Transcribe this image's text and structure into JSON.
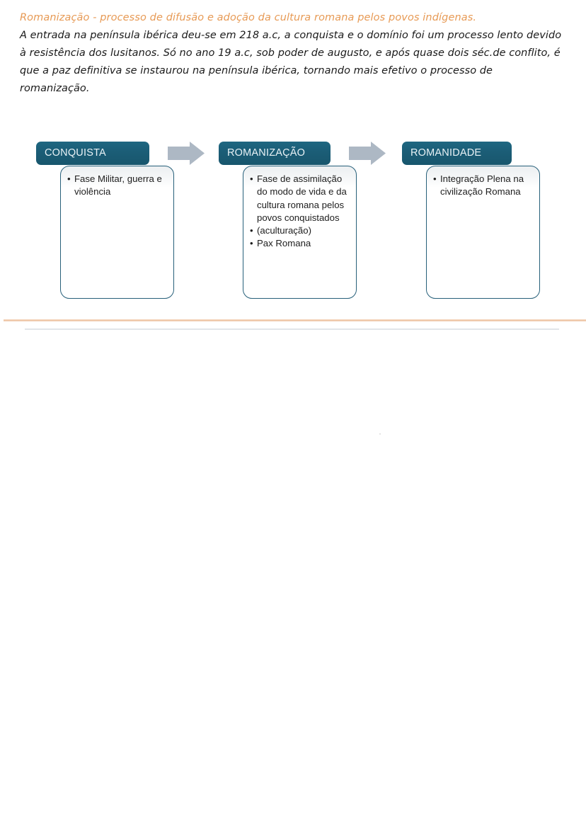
{
  "document": {
    "heading": "Romanização - processo de difusão e adoção da cultura romana pelos povos indígenas.",
    "paragraph": "A entrada na península ibérica deu-se em 218 a.c, a conquista e o domínio foi um processo lento devido à resistência dos lusitanos. Só no ano 19 a.c, sob poder de augusto, e após quase dois séc.de conflito, é que a paz definitiva se instaurou na península ibérica, tornando mais efetivo o processo de romanização.",
    "heading_color": "#E79A55",
    "body_color": "#1a1a1a"
  },
  "diagram": {
    "type": "process-flow",
    "header_color": "#1b5d76",
    "header_text_color": "#e9f2f6",
    "body_border_color": "#27607a",
    "arrow_color": "#adb8c4",
    "stages": [
      {
        "title": "CONQUISTA",
        "bullets": [
          "Fase Militar, guerra e violência"
        ]
      },
      {
        "title": "ROMANIZAÇÃO",
        "bullets": [
          "Fase de assimilação do modo de vida e da cultura romana pelos povos conquistados",
          "(aculturação)",
          "Pax Romana"
        ]
      },
      {
        "title": "ROMANIDADE",
        "bullets": [
          "Integração Plena na civilização Romana"
        ]
      }
    ],
    "connectors": [
      {
        "icon": "right-arrow-icon",
        "from": "CONQUISTA",
        "to": "ROMANIZAÇÃO"
      },
      {
        "icon": "right-arrow-icon",
        "from": "ROMANIZAÇÃO",
        "to": "ROMANIDADE"
      }
    ]
  },
  "rules": {
    "orange_color": "#edc2a1",
    "grey_color": "#d6dbe0"
  }
}
